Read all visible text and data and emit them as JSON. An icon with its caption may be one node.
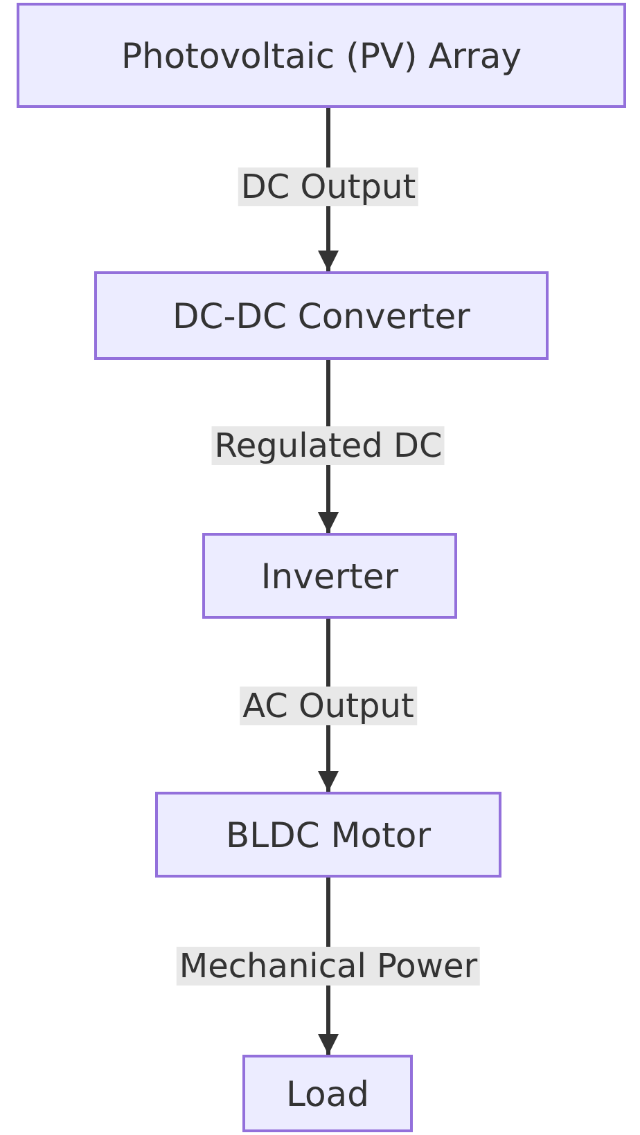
{
  "diagram": {
    "nodes": [
      {
        "text": [
          "Photovoltaic (PV) Array"
        ]
      },
      {
        "text": [
          "DC-DC Converter"
        ]
      },
      {
        "text": [
          "Inverter"
        ]
      },
      {
        "text": [
          "BLDC Motor"
        ]
      },
      {
        "text": [
          "Load"
        ]
      }
    ],
    "edges": [
      {
        "from": 0,
        "to": 1,
        "arrow": "to",
        "label": "DC Output"
      },
      {
        "from": 1,
        "to": 2,
        "arrow": "to",
        "label": "Regulated DC"
      },
      {
        "from": 2,
        "to": 3,
        "arrow": "to",
        "label": "AC Output"
      },
      {
        "from": 3,
        "to": 4,
        "arrow": "to",
        "label": "Mechanical Power"
      }
    ]
  }
}
